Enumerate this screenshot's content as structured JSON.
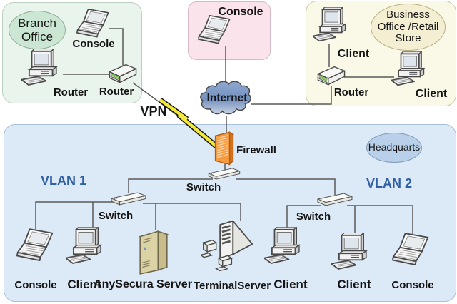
{
  "regions": {
    "branch_office": {
      "title": "Branch Office",
      "fill": "#e9f4ec",
      "border": "#bccfc0"
    },
    "remote_console": {
      "title": "Console",
      "fill": "#fbe3ec",
      "border": "#d6b9c6"
    },
    "business_office": {
      "title": "Business Office /Retail Store",
      "fill": "#faf9e7",
      "border": "#cdc9a5"
    },
    "headquarters": {
      "title": "Headquarts",
      "fill": "#dce9f7",
      "border": "#a9bed8"
    }
  },
  "nodes": {
    "branch_console": "Console",
    "branch_router_pc": "Router",
    "branch_router": "Router",
    "internet": "Internet",
    "vpn": "VPN",
    "business_client_top": "Client",
    "business_router": "Router",
    "business_client_right": "Client",
    "firewall": "Firewall",
    "core_switch": "Switch",
    "vlan1": "VLAN 1",
    "vlan2": "VLAN 2",
    "vlan1_switch": "Switch",
    "vlan2_switch": "Switch",
    "hq_console_left": "Console",
    "hq_client_left": "Client",
    "hq_anysecura_server": "AnySecura Server",
    "hq_terminal_server": "TerminalServer",
    "hq_client_center": "Client",
    "hq_client_right": "Client",
    "hq_console_right": "Console"
  },
  "colors": {
    "vlan_label": "#2f5fa5",
    "vpn_bolt": "#f2e93a",
    "firewall": "#f79b42",
    "internet_cloud": "#7b95c1",
    "server_tower": "#dbd2a6",
    "connector_line": "#5a5a5a"
  }
}
